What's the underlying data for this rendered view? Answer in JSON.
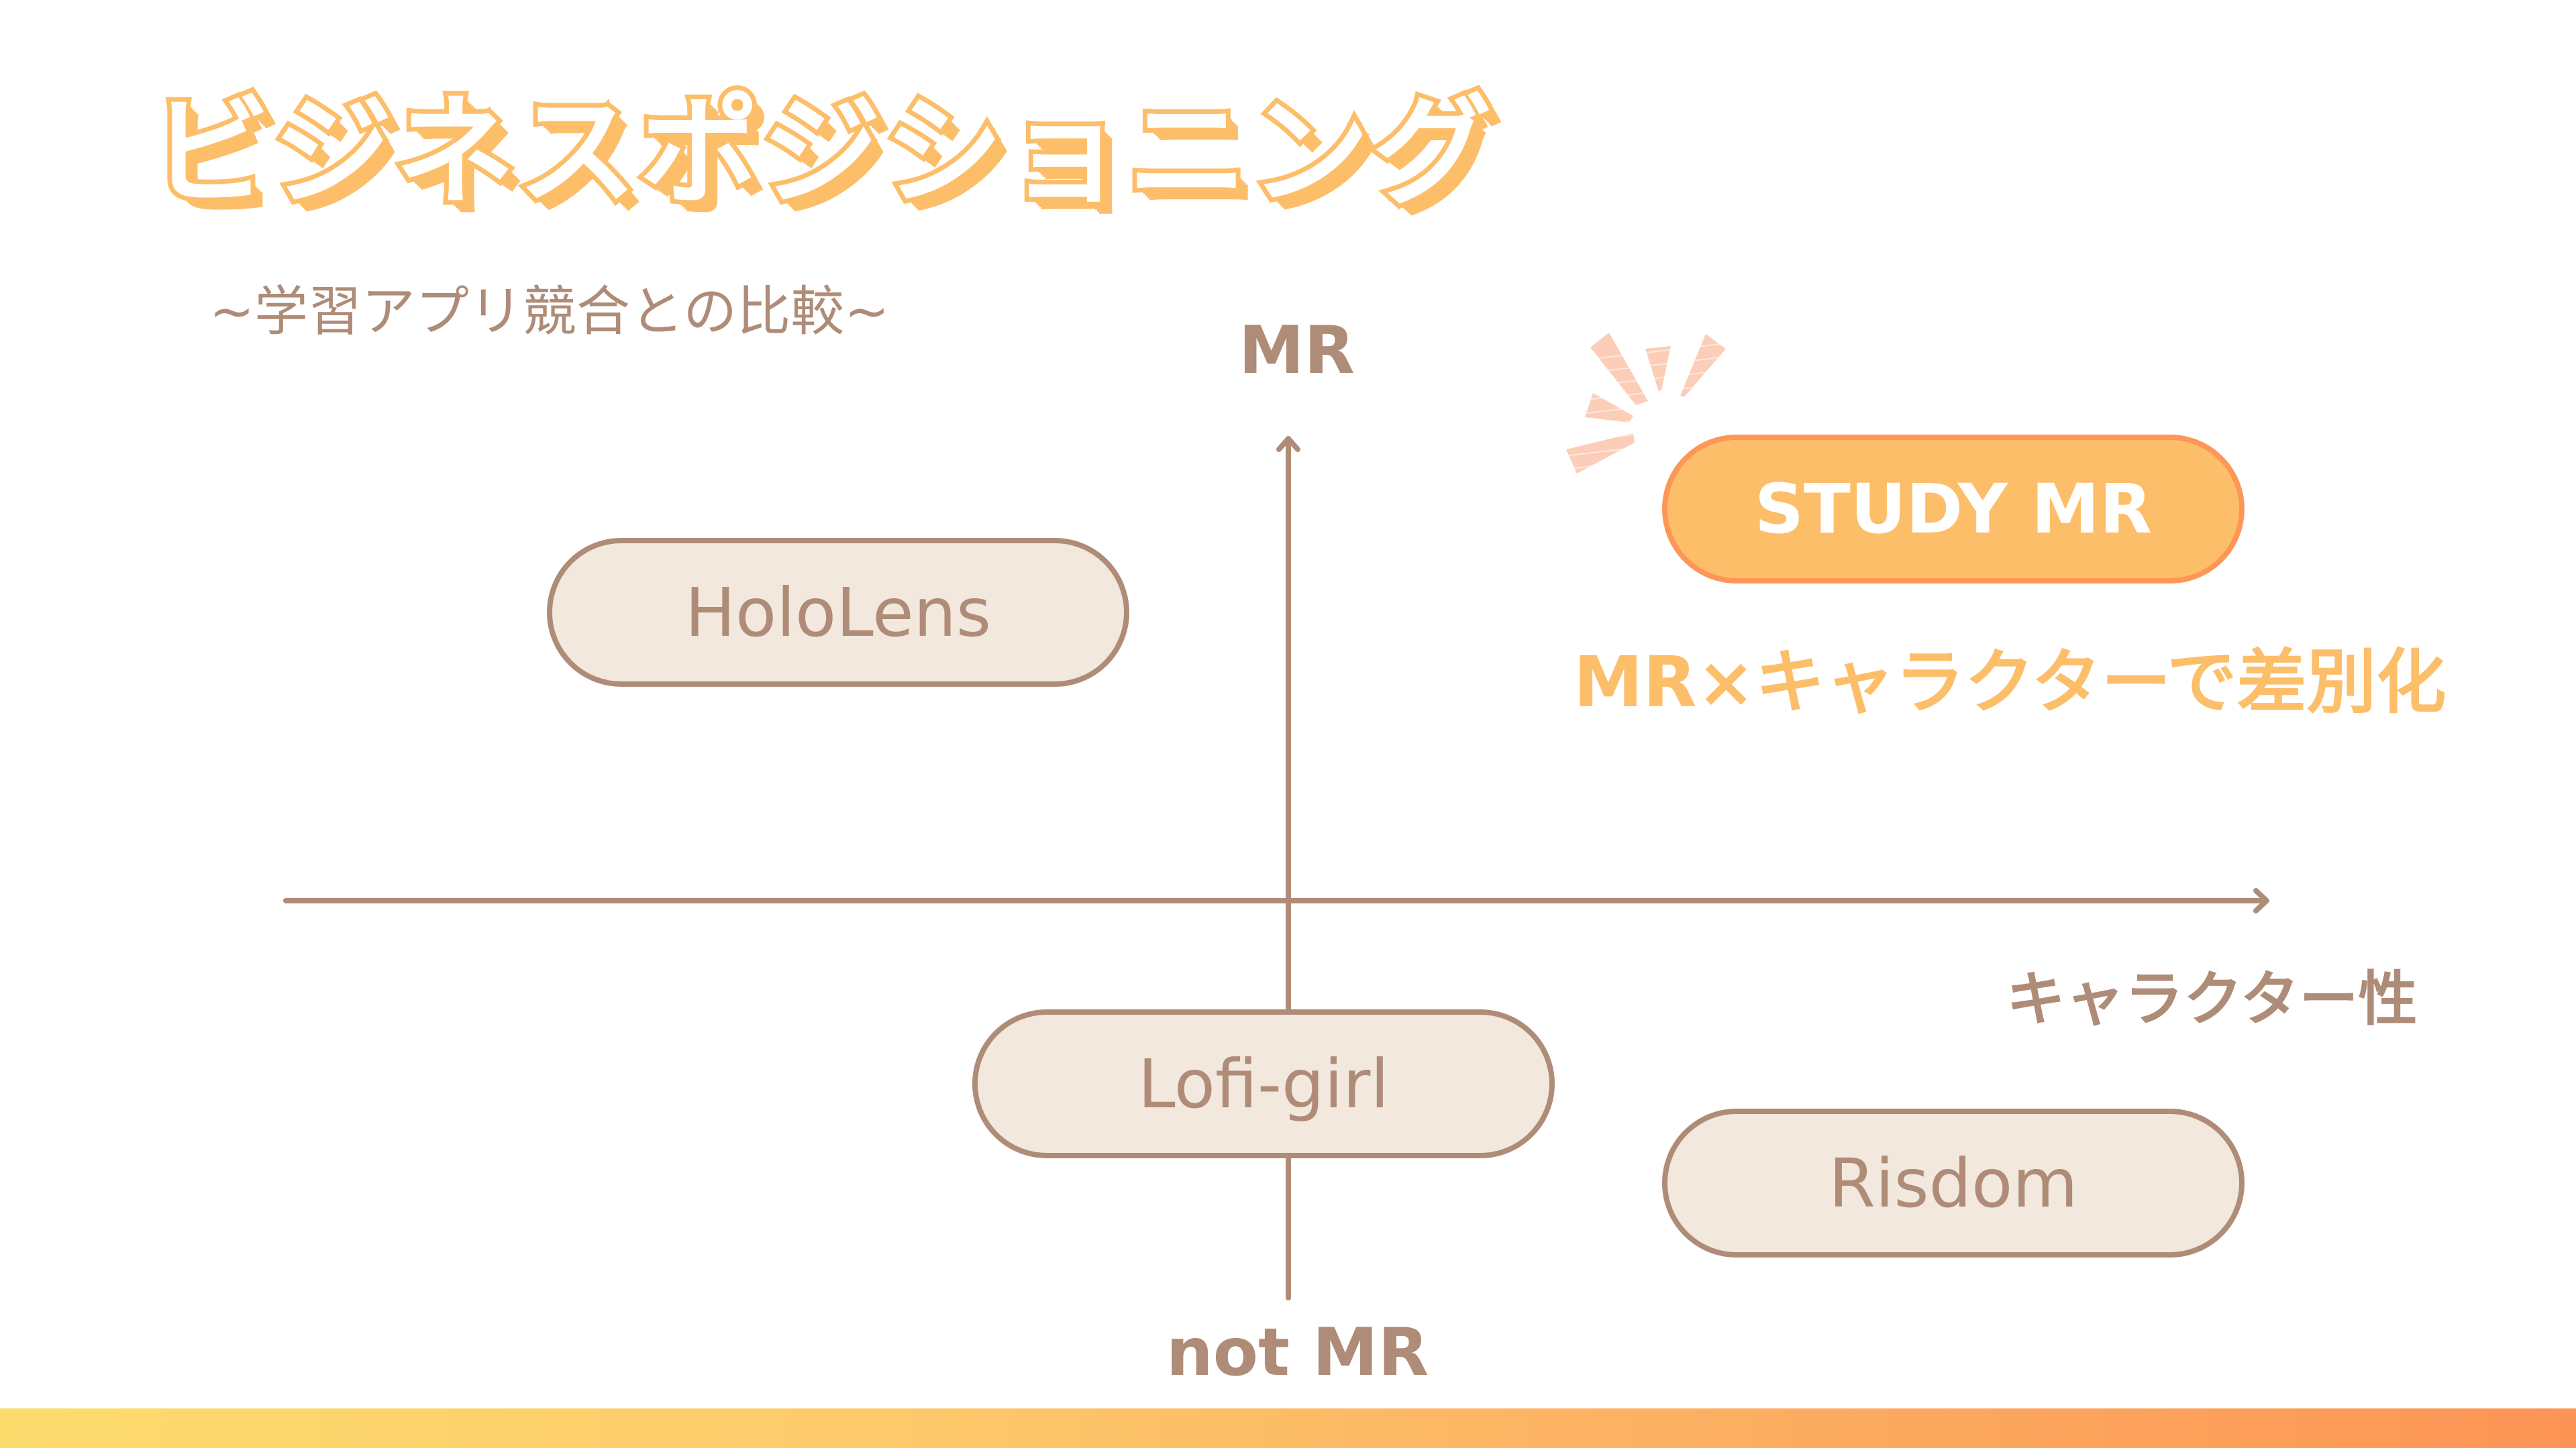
{
  "slide": {
    "title": "ビジネスポジショニング",
    "subtitle": "~学習アプリ競合との比較~"
  },
  "positioning_map": {
    "y_axis": {
      "top_label": "MR",
      "bottom_label": "not MR"
    },
    "x_axis": {
      "right_label": "キャラクター性"
    },
    "items": [
      {
        "id": "hololens",
        "label": "HoloLens",
        "quadrant": "top-left",
        "highlight": false
      },
      {
        "id": "studymr",
        "label": "STUDY MR",
        "quadrant": "top-right",
        "highlight": true
      },
      {
        "id": "lofigirl",
        "label": "Lofi-girl",
        "quadrant": "center-bottom",
        "highlight": false
      },
      {
        "id": "risdom",
        "label": "Risdom",
        "quadrant": "bottom-right",
        "highlight": false
      }
    ],
    "callout": "MR×キャラクターで差別化"
  },
  "icons": {
    "sparkle": "sparkle-emphasis-icon"
  },
  "colors": {
    "accent_orange": "#FDBE6A",
    "accent_border": "#FD9657",
    "brown_text": "#AE8C77",
    "pill_fill": "#F2E8DD",
    "sparkle": "#FCC8B0",
    "gradient_start": "#FDDC6E",
    "gradient_end": "#FC9455"
  }
}
